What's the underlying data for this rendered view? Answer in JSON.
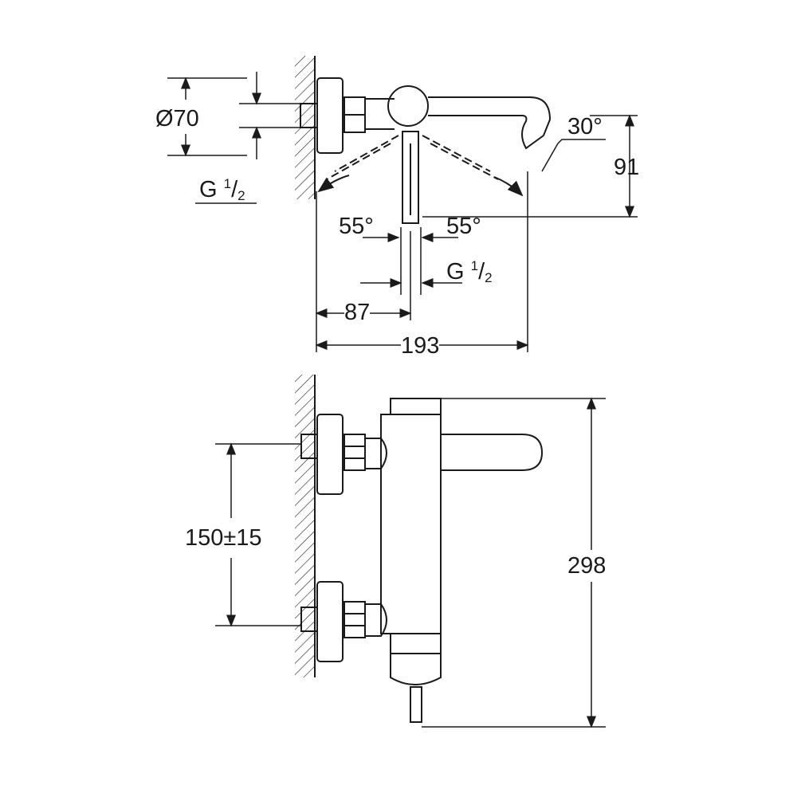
{
  "title": "Bath/shower mixer dimension drawing",
  "top_view": {
    "diameter": "Ø70",
    "thread_left": {
      "prefix": "G ",
      "num": "1",
      "den": "2"
    },
    "spout_angle": "30°",
    "height": "91",
    "lever_angle_left": "55°",
    "lever_angle_right": "55°",
    "thread_bottom": {
      "prefix": "G ",
      "num": "1",
      "den": "2"
    },
    "depth_to_lever": "87",
    "total_depth": "193"
  },
  "front_view": {
    "inlet_spacing": "150±15",
    "total_height": "298"
  },
  "colors": {
    "line": "#1a1a1a",
    "background": "#ffffff"
  }
}
